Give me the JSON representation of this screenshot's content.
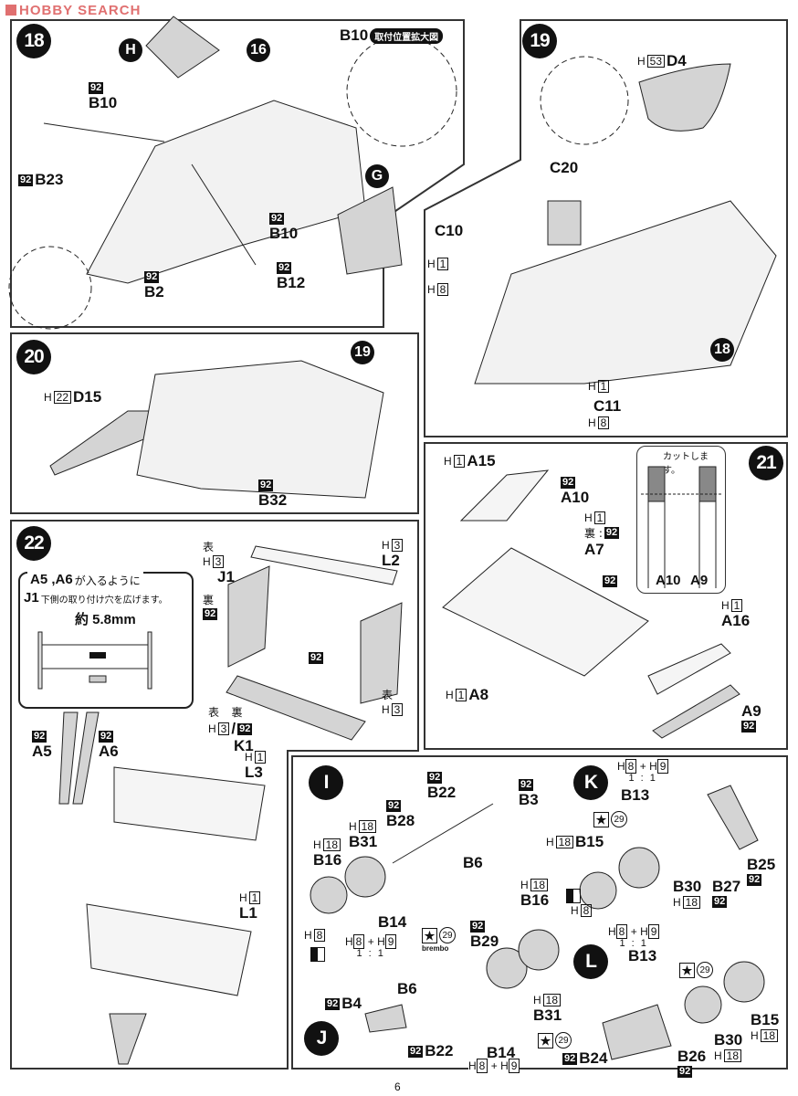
{
  "watermark": "HOBBY SEARCH",
  "h": "H",
  "page_number": "6",
  "mix": {
    "a": "8",
    "plus": "+",
    "b": "9",
    "ratio": "1 : 1"
  },
  "star_code": "29",
  "brembo": "brembo",
  "s18": {
    "step": "18",
    "refs": [
      "H",
      "16",
      "G"
    ],
    "detail_title": "取付位置拡大図",
    "l": [
      {
        "paint": "92",
        "part": "B10"
      },
      {
        "part": "B10"
      },
      {
        "paint": "92",
        "part": "B23"
      },
      {
        "paint": "92",
        "part": "B10"
      },
      {
        "paint": "92",
        "part": "B12"
      },
      {
        "paint": "92",
        "part": "B2"
      }
    ]
  },
  "s19": {
    "step": "19",
    "ref": "18",
    "l": [
      {
        "h": "53",
        "part": "D4"
      },
      {
        "part": "C20"
      },
      {
        "part": "C10"
      },
      {
        "h": "1"
      },
      {
        "h": "8"
      },
      {
        "h": "1"
      },
      {
        "part": "C11"
      },
      {
        "h": "8"
      }
    ]
  },
  "s20": {
    "step": "20",
    "ref": "19",
    "l": [
      {
        "h": "22",
        "part": "D15"
      },
      {
        "paint": "92",
        "part": "B32"
      }
    ]
  },
  "s21": {
    "step": "21",
    "cut_note": "カットします。",
    "cut_labels": [
      "A10",
      "A9"
    ],
    "back": "裏 :",
    "l": [
      {
        "h": "1",
        "part": "A15"
      },
      {
        "paint": "92",
        "part": "A10"
      },
      {
        "h": "1",
        "paint": "92",
        "part": "A7"
      },
      {
        "paint": "92"
      },
      {
        "h": "1",
        "part": "A16"
      },
      {
        "h": "1",
        "part": "A8"
      },
      {
        "part": "A9",
        "paint": "92"
      }
    ]
  },
  "s22": {
    "step": "22",
    "front": "表",
    "back": "裏",
    "note": {
      "parts": "A5 ,A6",
      "line1": "が入るように",
      "part2": "J1",
      "line2": "下側の取り付け穴を広げます。",
      "dim": "約 5.8mm"
    },
    "l": [
      {
        "h": "3",
        "part": "J1"
      },
      {
        "paint": "92"
      },
      {
        "h": "3",
        "part": "L2"
      },
      {
        "paint": "92"
      },
      {
        "h": "3"
      },
      {
        "h": "3",
        "paint": "92",
        "part": "K1"
      },
      {
        "paint": "92",
        "part": "A5"
      },
      {
        "paint": "92",
        "part": "A6"
      },
      {
        "h": "1",
        "part": "L3"
      },
      {
        "h": "1",
        "part": "L1"
      }
    ]
  },
  "ijkl": {
    "subs": [
      "I",
      "J",
      "K",
      "L"
    ],
    "i": [
      {
        "paint": "92",
        "part": "B22"
      },
      {
        "paint": "92",
        "part": "B3"
      },
      {
        "paint": "92",
        "part": "B28"
      },
      {
        "h": "18",
        "part": "B31"
      },
      {
        "h": "18",
        "part": "B16"
      },
      {
        "part": "B6"
      },
      {
        "part": "B14"
      },
      {
        "h": "8"
      }
    ],
    "j": [
      {
        "h": "18",
        "part": "B16"
      },
      {
        "paint": "92",
        "part": "B29"
      },
      {
        "part": "B6"
      },
      {
        "paint": "92",
        "part": "B4"
      },
      {
        "h": "18",
        "part": "B31"
      },
      {
        "paint": "92",
        "part": "B22"
      },
      {
        "part": "B14"
      }
    ],
    "k": [
      {
        "part": "B13"
      },
      {
        "h": "18",
        "part": "B15"
      },
      {
        "h": "8"
      },
      {
        "h": "18",
        "part": "B30"
      },
      {
        "paint": "92",
        "part": "B27"
      },
      {
        "paint": "92",
        "part": "B25"
      }
    ],
    "l": [
      {
        "part": "B13"
      },
      {
        "h": "18",
        "part": "B15"
      },
      {
        "h": "18",
        "part": "B30"
      },
      {
        "paint": "92",
        "part": "B26"
      },
      {
        "paint": "92",
        "part": "B24"
      }
    ]
  }
}
